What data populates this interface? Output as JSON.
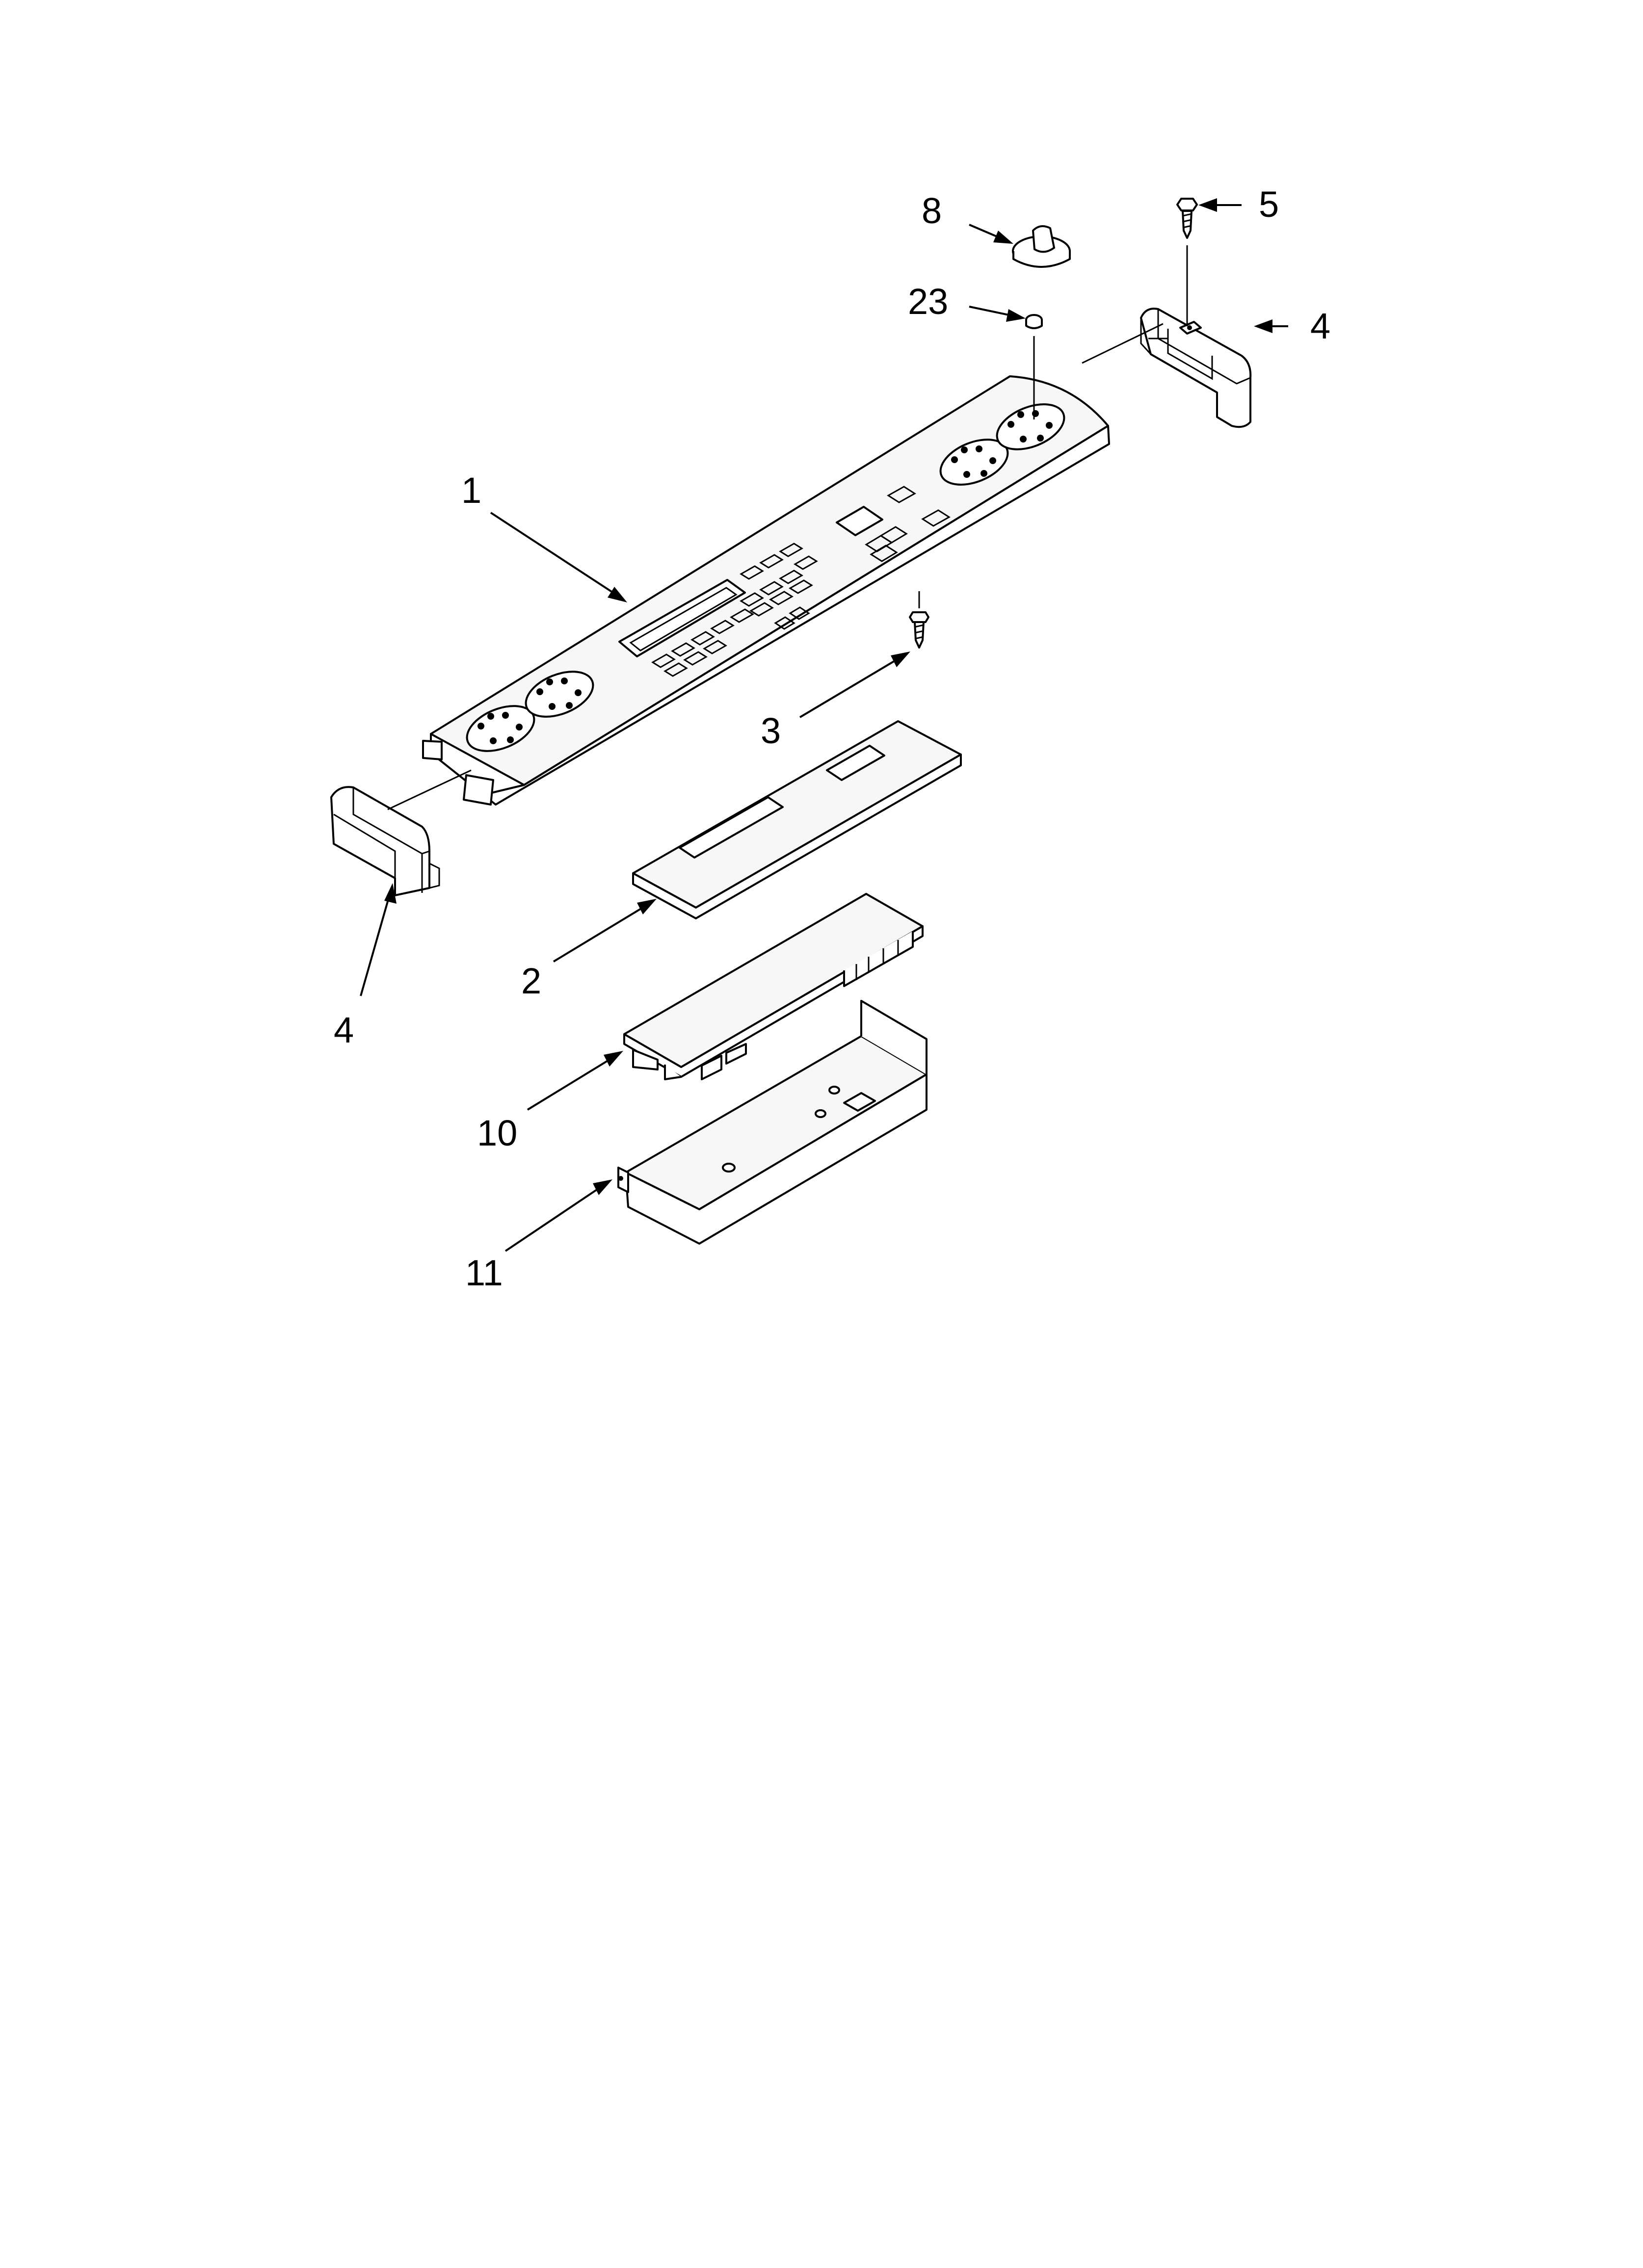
{
  "diagram": {
    "type": "exploded-parts-view",
    "callouts": [
      {
        "id": "p1",
        "label": "1"
      },
      {
        "id": "p2",
        "label": "2"
      },
      {
        "id": "p3",
        "label": "3"
      },
      {
        "id": "p4a",
        "label": "4"
      },
      {
        "id": "p4b",
        "label": "4"
      },
      {
        "id": "p5",
        "label": "5"
      },
      {
        "id": "p8",
        "label": "8"
      },
      {
        "id": "p10",
        "label": "10"
      },
      {
        "id": "p11",
        "label": "11"
      },
      {
        "id": "p23",
        "label": "23"
      }
    ]
  },
  "colors": {
    "line": "#000000",
    "background": "#ffffff"
  }
}
